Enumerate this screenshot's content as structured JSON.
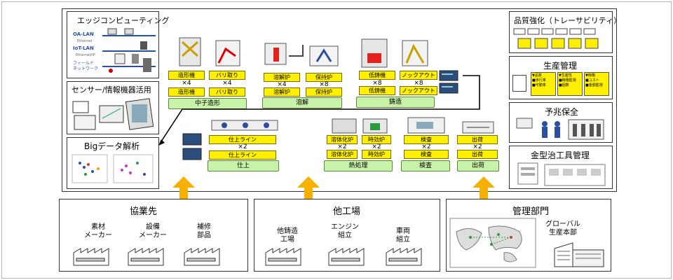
{
  "left_panels": {
    "edge": {
      "title": "エッジコンピューティング",
      "labels": [
        "OA-LAN",
        "IoT-LAN",
        "フィールド\nネットワーク"
      ],
      "subs": [
        "Ethernet",
        "Ethernet/IP"
      ]
    },
    "sensor": {
      "title": "センサー/情報機器活用"
    },
    "bigdata": {
      "title": "Bigデータ解析"
    }
  },
  "process_top": {
    "chuushi": {
      "machines": [
        "造形機",
        "バリ取り"
      ],
      "mults": [
        "×4",
        "×4"
      ],
      "group": "中子造形"
    },
    "youkai": {
      "machines": [
        "溶解炉",
        "保持炉"
      ],
      "mults": [
        "×4",
        "×8"
      ],
      "group": "溶解"
    },
    "chuuzou": {
      "machines": [
        "低鋳機",
        "ノックアウト"
      ],
      "mults": [
        "×8",
        "×8"
      ],
      "group": "鋳造"
    }
  },
  "process_bottom": {
    "shiage": {
      "machine": "仕上ライン",
      "mult": "×2",
      "group": "仕上"
    },
    "netsu": {
      "machines": [
        "溶体化炉",
        "時効炉"
      ],
      "mults": [
        "×2",
        "×2"
      ],
      "group": "熱処理"
    },
    "kensa": {
      "machine": "検査",
      "mult": "×2",
      "group": "検査"
    },
    "shukka": {
      "machine": "出荷",
      "mult": "×2",
      "group": "出荷"
    }
  },
  "right_panels": {
    "quality": {
      "title": "品質強化（トレーサビリティ）"
    },
    "production": {
      "title": "生産管理",
      "cols": [
        "▼品質",
        "▼生産性",
        "▼稼働"
      ],
      "items": [
        "■歩行率",
        "■可動率",
        "■稼働監視",
        "■個数",
        "■コスト",
        "■金額監視"
      ]
    },
    "predict": {
      "title": "予兆保全"
    },
    "mold": {
      "title": "金型治工具管理"
    }
  },
  "bottom_panels": {
    "partner": {
      "title": "協業先",
      "items": [
        "素材\nメーカー",
        "設備\nメーカー",
        "補修\n部品"
      ]
    },
    "factory": {
      "title": "他工場",
      "items": [
        "他鋳造\n工場",
        "エンジン\n組立",
        "車両\n組立"
      ]
    },
    "mgmt": {
      "title": "管理部門",
      "items": [
        "グローバル\n生産本部"
      ]
    }
  },
  "colors": {
    "arrow": "#f6b100",
    "yellow": "#ffef00",
    "green": "#c7f2a7"
  }
}
